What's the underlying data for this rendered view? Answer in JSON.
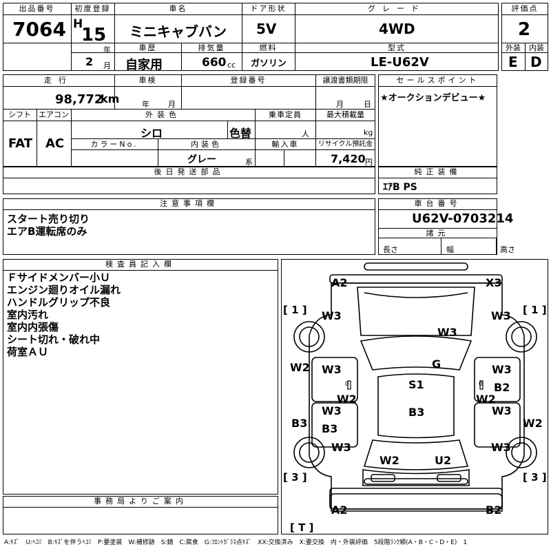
{
  "header": {
    "lot_label": "出品番号",
    "lot": "7064",
    "first_reg_label": "初度登録",
    "era": "H",
    "year": "15",
    "year_unit": "年",
    "month": "2",
    "month_unit": "月",
    "car_name_label": "車名",
    "car_name": "ミニキャブバン",
    "door_label": "ドア形状",
    "door": "5V",
    "grade_label": "グレード",
    "grade": "4WD",
    "score_label": "評価点",
    "score": "2",
    "history_label": "車歴",
    "history": "自家用",
    "displacement_label": "排気量",
    "displacement": "660",
    "cc": "cc",
    "fuel_label": "燃料",
    "fuel": "ガソリン",
    "model_label": "型式",
    "model": "LE-U62V",
    "ext_label": "外装",
    "int_label": "内装",
    "ext_grade": "E",
    "int_grade": "D"
  },
  "row2": {
    "mileage_label": "走行",
    "mileage": "98,772",
    "km": "km",
    "inspection_label": "車検",
    "insp_year_unit": "年",
    "insp_month_unit": "月",
    "reg_no_label": "登録番号",
    "transfer_label": "譲渡書類期限",
    "transfer_month": "月",
    "transfer_day": "日",
    "sales_point_label": "セールスポイント",
    "sales_point": "★オークションデビュー★"
  },
  "row3": {
    "shift_label": "シフト",
    "shift": "FAT",
    "ac_label": "エアコン",
    "ac": "AC",
    "exterior_color_label": "外装色",
    "exterior_color": "シロ",
    "color_change": "色替",
    "capacity_label": "乗車定員",
    "person_unit": "人",
    "load_label": "最大積載量",
    "kg": "kg",
    "color_no_label": "カラーNo.",
    "interior_color_label": "内装色",
    "interior_color": "グレー",
    "kei": "系",
    "import_label": "輸入車",
    "recycle_label": "リサイクル預託金",
    "recycle": "7,420",
    "yen": "円"
  },
  "later_parts_label": "後日発送部品",
  "equipment_label": "純正装備",
  "equipment": "ｴｱB PS",
  "notes_label": "注意事項欄",
  "notes": [
    "スタート売り切り",
    "エアB運転席のみ"
  ],
  "chassis_label": "車台番号",
  "chassis": "U62V-0703214",
  "specs_label": "諸元",
  "length": "長さ",
  "width": "幅",
  "height": "高さ",
  "inspector_label": "検査員記入欄",
  "inspector_notes": [
    "Ｆサイドメンバー小Ｕ",
    "エンジン廻りオイル漏れ",
    "ハンドルグリップ不良",
    "室内汚れ",
    "室内内張傷",
    "シート切れ・破れ中",
    "荷室ＡＵ"
  ],
  "office_label": "事務局よりご案内",
  "diagram": {
    "front_left_tire": "[ 1 ]",
    "front_right_tire": "[ 1 ]",
    "rear_left_tire": "[ 3 ]",
    "rear_right_tire": "[ 3 ]",
    "spare_tire": "[ T ]",
    "codes": [
      "A2",
      "X3",
      "W3",
      "W3",
      "W3",
      "W2",
      "W3",
      "G",
      "W3",
      "S1",
      "B2",
      "W2",
      "W2",
      "B3",
      "W3",
      "B3",
      "W2",
      "B3",
      "W3",
      "W3",
      "W2",
      "U2",
      "A2",
      "B2"
    ],
    "small_marks": [
      "0",
      "0"
    ]
  },
  "footer": "A:ｷｽﾞ　U:ﾍｺﾐ　B:ｷｽﾞを伴うﾍｺﾐ　P:要塗装　W:補修跡　S:錆　C:腐食　G:ﾌﾛﾝﾄｶﾞﾗｽ点ｷｽﾞ　XX:交換済み　X:要交換　内・外装評価　5段階ﾗﾝｸ順(A・B・C・D・E)　1"
}
